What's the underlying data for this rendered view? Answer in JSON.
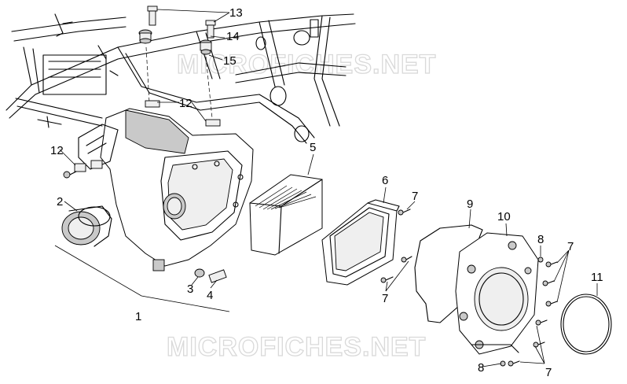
{
  "watermarks": [
    "MICROFICHES.NET",
    "MICROFICHES.NET"
  ],
  "callouts": {
    "c13": "13",
    "c14": "14",
    "c15": "15",
    "c12a": "12",
    "c12b": "12",
    "c2": "2",
    "c5": "5",
    "c6": "6",
    "c7a": "7",
    "c9": "9",
    "c10": "10",
    "c8a": "8",
    "c7b": "7",
    "c11": "11",
    "c3": "3",
    "c4": "4",
    "c1": "1",
    "c7c": "7",
    "c8b": "8",
    "c7d": "7"
  }
}
